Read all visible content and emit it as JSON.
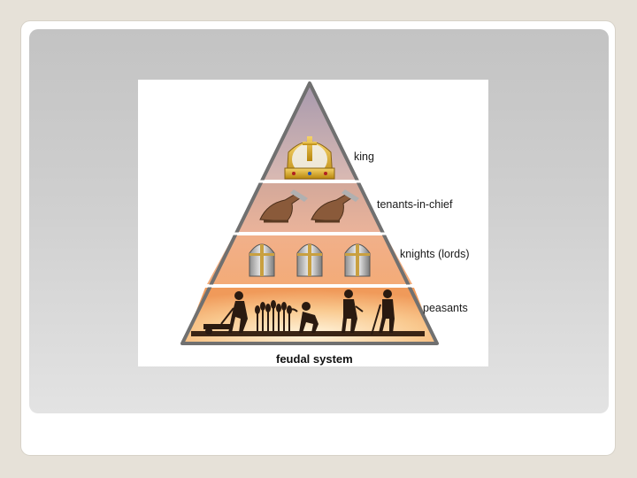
{
  "diagram": {
    "levels": [
      {
        "label": "king",
        "icon": "crown-icon"
      },
      {
        "label": "tenants-in-chief",
        "icon": "gauntlet-icon"
      },
      {
        "label": "knights (lords)",
        "icon": "helmet-icon"
      },
      {
        "label": "peasants",
        "icon": "peasant-silhouette-icon"
      }
    ],
    "caption": "feudal system"
  },
  "colors": {
    "tier_king": "#b8a6b8",
    "tier_tenants": "#d6a58c",
    "tier_knights": "#eea77a",
    "tier_peasants_top": "#f0a060",
    "tier_peasants_bottom": "#fde8c8",
    "gold": "#d4a020"
  }
}
